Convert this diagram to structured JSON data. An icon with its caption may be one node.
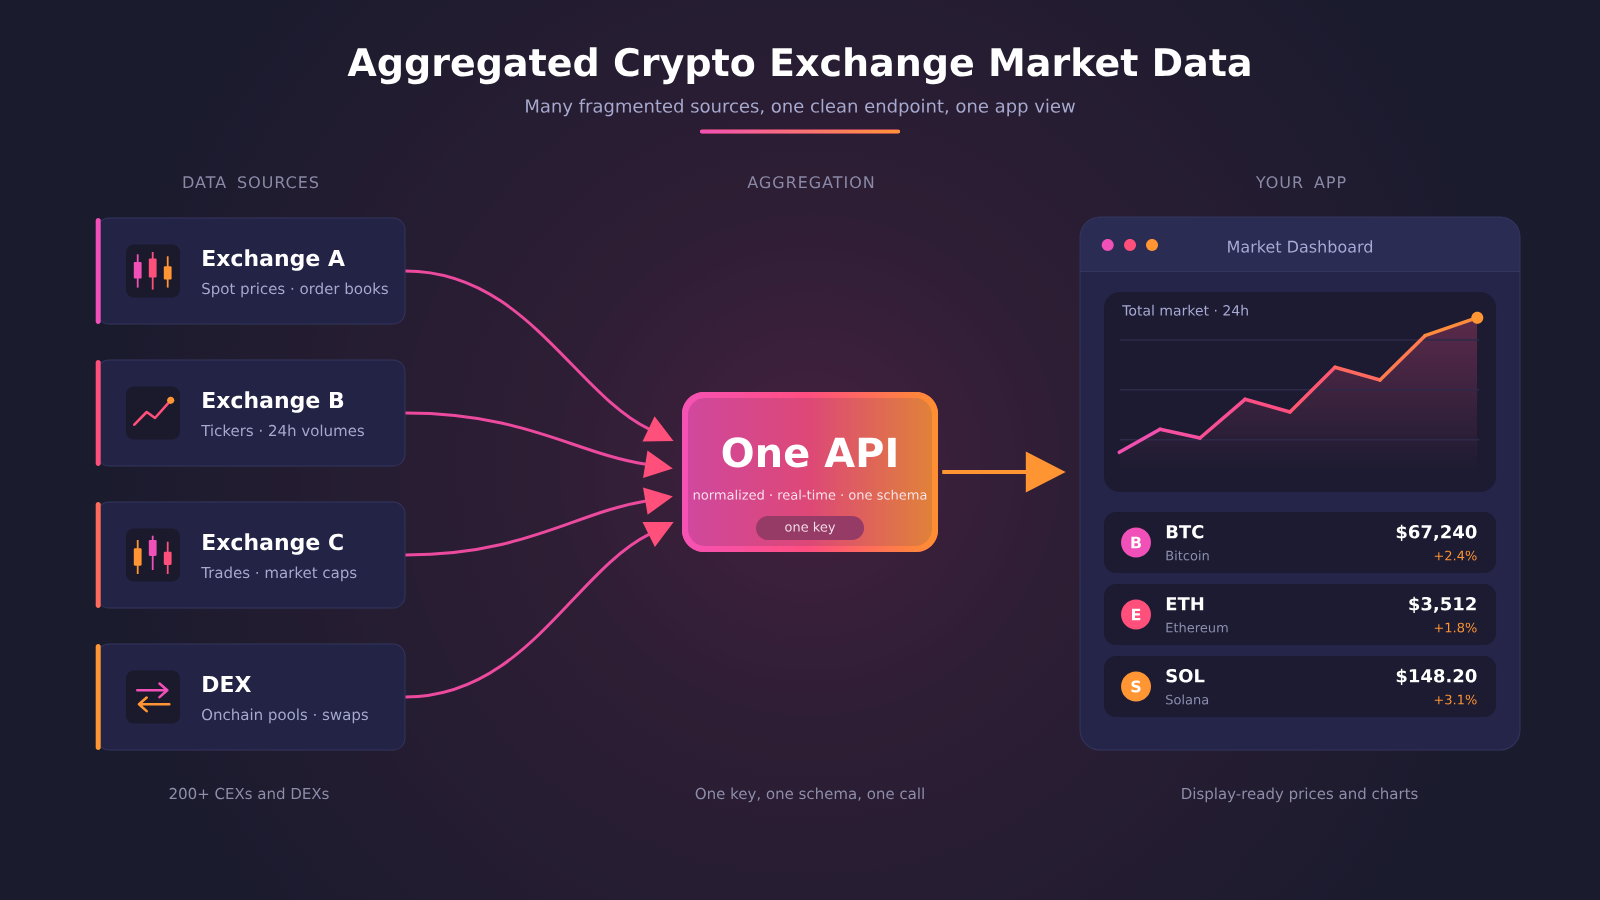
{
  "diagram": {
    "title": "Aggregated Crypto Exchange Market Data",
    "nodes": [
      {
        "text": [
          "Exchange A",
          "Spot prices · order books"
        ]
      },
      {
        "text": [
          "Exchange B",
          "Tickers · 24h volumes"
        ]
      },
      {
        "text": [
          "Exchange C",
          "Trades · market caps"
        ]
      },
      {
        "text": [
          "DEX",
          "Onchain pools · swaps"
        ]
      },
      {
        "text": [
          "One API",
          "normalized · real-time · one schema"
        ]
      },
      {
        "text": [
          "one key"
        ],
        "in": 4
      },
      {
        "text": [
          "Market Dashboard"
        ]
      },
      {
        "text": [
          "Total market · 24h"
        ],
        "in": 6
      },
      {
        "text": [
          "BTC",
          "Bitcoin",
          "$67,240",
          "+2.4%"
        ],
        "in": 6
      },
      {
        "text": [
          "B"
        ],
        "in": 8
      },
      {
        "text": [
          "ETH",
          "Ethereum",
          "$3,512",
          "+1.8%"
        ],
        "in": 6
      },
      {
        "text": [
          "E"
        ],
        "in": 10
      },
      {
        "text": [
          "SOL",
          "Solana",
          "$148.20",
          "+3.1%"
        ],
        "in": 6
      },
      {
        "text": [
          "S"
        ],
        "in": 12
      }
    ],
    "edges": [
      {
        "from": 0,
        "to": 4,
        "arrow": "to"
      },
      {
        "from": 1,
        "to": 4,
        "arrow": "to"
      },
      {
        "from": 2,
        "to": 4,
        "arrow": "to"
      },
      {
        "from": 3,
        "to": 4,
        "arrow": "to"
      },
      {
        "from": 4,
        "to": 6,
        "arrow": "to",
        "color": "#ff9433"
      }
    ],
    "labels": [
      "Many fragmented sources, one clean endpoint, one app view",
      "DATA SOURCES",
      "AGGREGATION",
      "YOUR APP",
      "200+ CEXs and DEXs",
      "One key, one schema, one call",
      "Display-ready prices and charts"
    ]
  }
}
